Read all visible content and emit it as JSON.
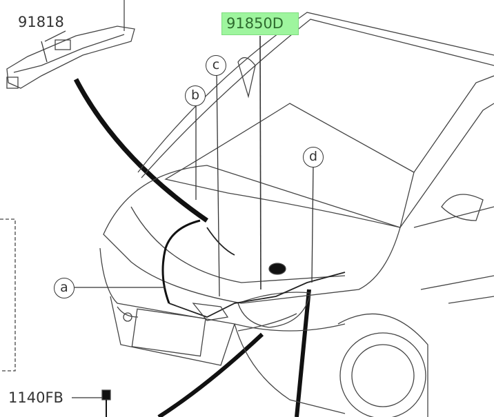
{
  "parts": {
    "part_91818": "91818",
    "part_91850D": "91850D",
    "part_1140FB": "1140FB"
  },
  "callouts": {
    "a": "a",
    "b": "b",
    "c": "c",
    "d": "d"
  },
  "colors": {
    "highlight": "#9ef59e",
    "line": "#333333"
  }
}
